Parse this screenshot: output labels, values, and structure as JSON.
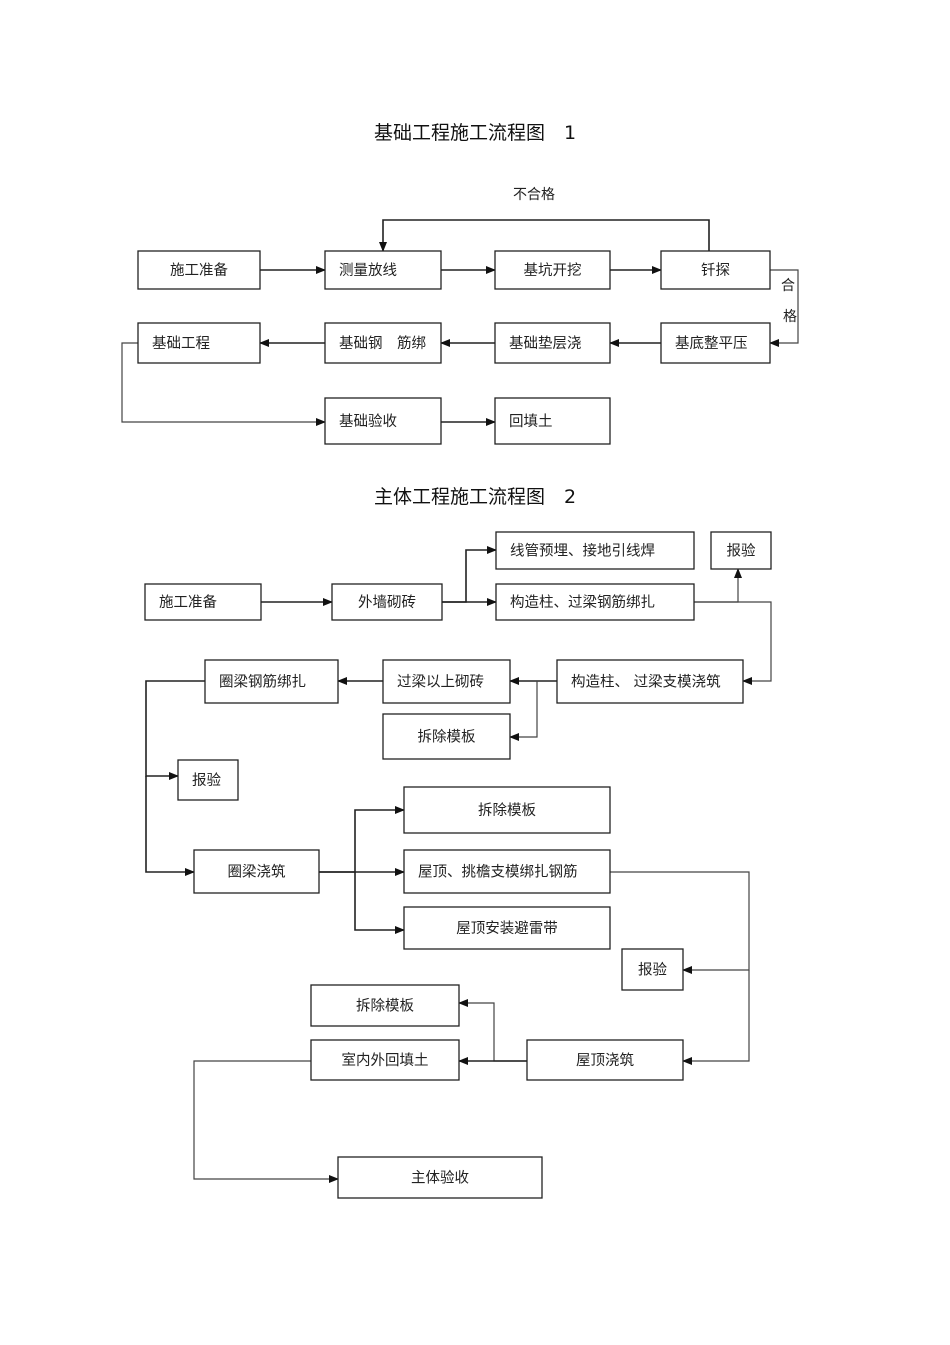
{
  "diagram1": {
    "title": "基础工程施工流程图　1",
    "edge_labels": {
      "fail": "不合格",
      "pass_1": "合",
      "pass_2": "格"
    },
    "nodes": [
      {
        "id": "prep",
        "label": "施工准备"
      },
      {
        "id": "survey",
        "label": "测量放线"
      },
      {
        "id": "excavate",
        "label": "基坑开挖"
      },
      {
        "id": "probe",
        "label": "钎探"
      },
      {
        "id": "compact",
        "label": "基底整平压"
      },
      {
        "id": "cushion",
        "label": "基础垫层浇"
      },
      {
        "id": "rebar",
        "label": "基础钢　筋绑"
      },
      {
        "id": "foundation",
        "label": "基础工程"
      },
      {
        "id": "accept",
        "label": "基础验收"
      },
      {
        "id": "backfill",
        "label": "回填土"
      }
    ],
    "edges": [
      {
        "from": "prep",
        "to": "survey"
      },
      {
        "from": "survey",
        "to": "excavate"
      },
      {
        "from": "excavate",
        "to": "probe"
      },
      {
        "from": "probe",
        "to": "survey",
        "label": "不合格"
      },
      {
        "from": "probe",
        "to": "compact",
        "label": "合格"
      },
      {
        "from": "compact",
        "to": "cushion"
      },
      {
        "from": "cushion",
        "to": "rebar"
      },
      {
        "from": "rebar",
        "to": "foundation"
      },
      {
        "from": "foundation",
        "to": "accept"
      },
      {
        "from": "accept",
        "to": "backfill"
      }
    ]
  },
  "diagram2": {
    "title": "主体工程施工流程图　2",
    "nodes": [
      {
        "id": "prep",
        "label": "施工准备"
      },
      {
        "id": "wall",
        "label": "外墙砌砖"
      },
      {
        "id": "conduit",
        "label": "线管预埋、接地引线焊"
      },
      {
        "id": "col_rebar",
        "label": "构造柱、过梁钢筋绑扎"
      },
      {
        "id": "inspect1",
        "label": "报验"
      },
      {
        "id": "col_pour",
        "label": "构造柱、 过梁支模浇筑"
      },
      {
        "id": "brick_above",
        "label": "过梁以上砌砖"
      },
      {
        "id": "demold1",
        "label": "拆除模板"
      },
      {
        "id": "ring_rebar",
        "label": "圈梁钢筋绑扎"
      },
      {
        "id": "inspect2",
        "label": "报验"
      },
      {
        "id": "ring_pour",
        "label": "圈梁浇筑"
      },
      {
        "id": "demold2",
        "label": "拆除模板"
      },
      {
        "id": "roof_form",
        "label": "屋顶、挑檐支模绑扎钢筋"
      },
      {
        "id": "lightning",
        "label": "屋顶安装避雷带"
      },
      {
        "id": "inspect3",
        "label": "报验"
      },
      {
        "id": "roof_pour",
        "label": "屋顶浇筑"
      },
      {
        "id": "demold3",
        "label": "拆除模板"
      },
      {
        "id": "backfill",
        "label": "室内外回填土"
      },
      {
        "id": "accept",
        "label": "主体验收"
      }
    ],
    "edges": [
      {
        "from": "prep",
        "to": "wall"
      },
      {
        "from": "wall",
        "to": "conduit"
      },
      {
        "from": "wall",
        "to": "col_rebar"
      },
      {
        "from": "col_rebar",
        "to": "inspect1"
      },
      {
        "from": "col_rebar",
        "to": "col_pour"
      },
      {
        "from": "col_pour",
        "to": "brick_above"
      },
      {
        "from": "col_pour",
        "to": "demold1"
      },
      {
        "from": "brick_above",
        "to": "ring_rebar"
      },
      {
        "from": "ring_rebar",
        "to": "inspect2"
      },
      {
        "from": "ring_rebar",
        "to": "ring_pour"
      },
      {
        "from": "ring_pour",
        "to": "demold2"
      },
      {
        "from": "ring_pour",
        "to": "roof_form"
      },
      {
        "from": "ring_pour",
        "to": "lightning"
      },
      {
        "from": "roof_form",
        "to": "inspect3"
      },
      {
        "from": "roof_form",
        "to": "roof_pour"
      },
      {
        "from": "roof_pour",
        "to": "demold3"
      },
      {
        "from": "roof_pour",
        "to": "backfill"
      },
      {
        "from": "backfill",
        "to": "accept"
      }
    ]
  }
}
